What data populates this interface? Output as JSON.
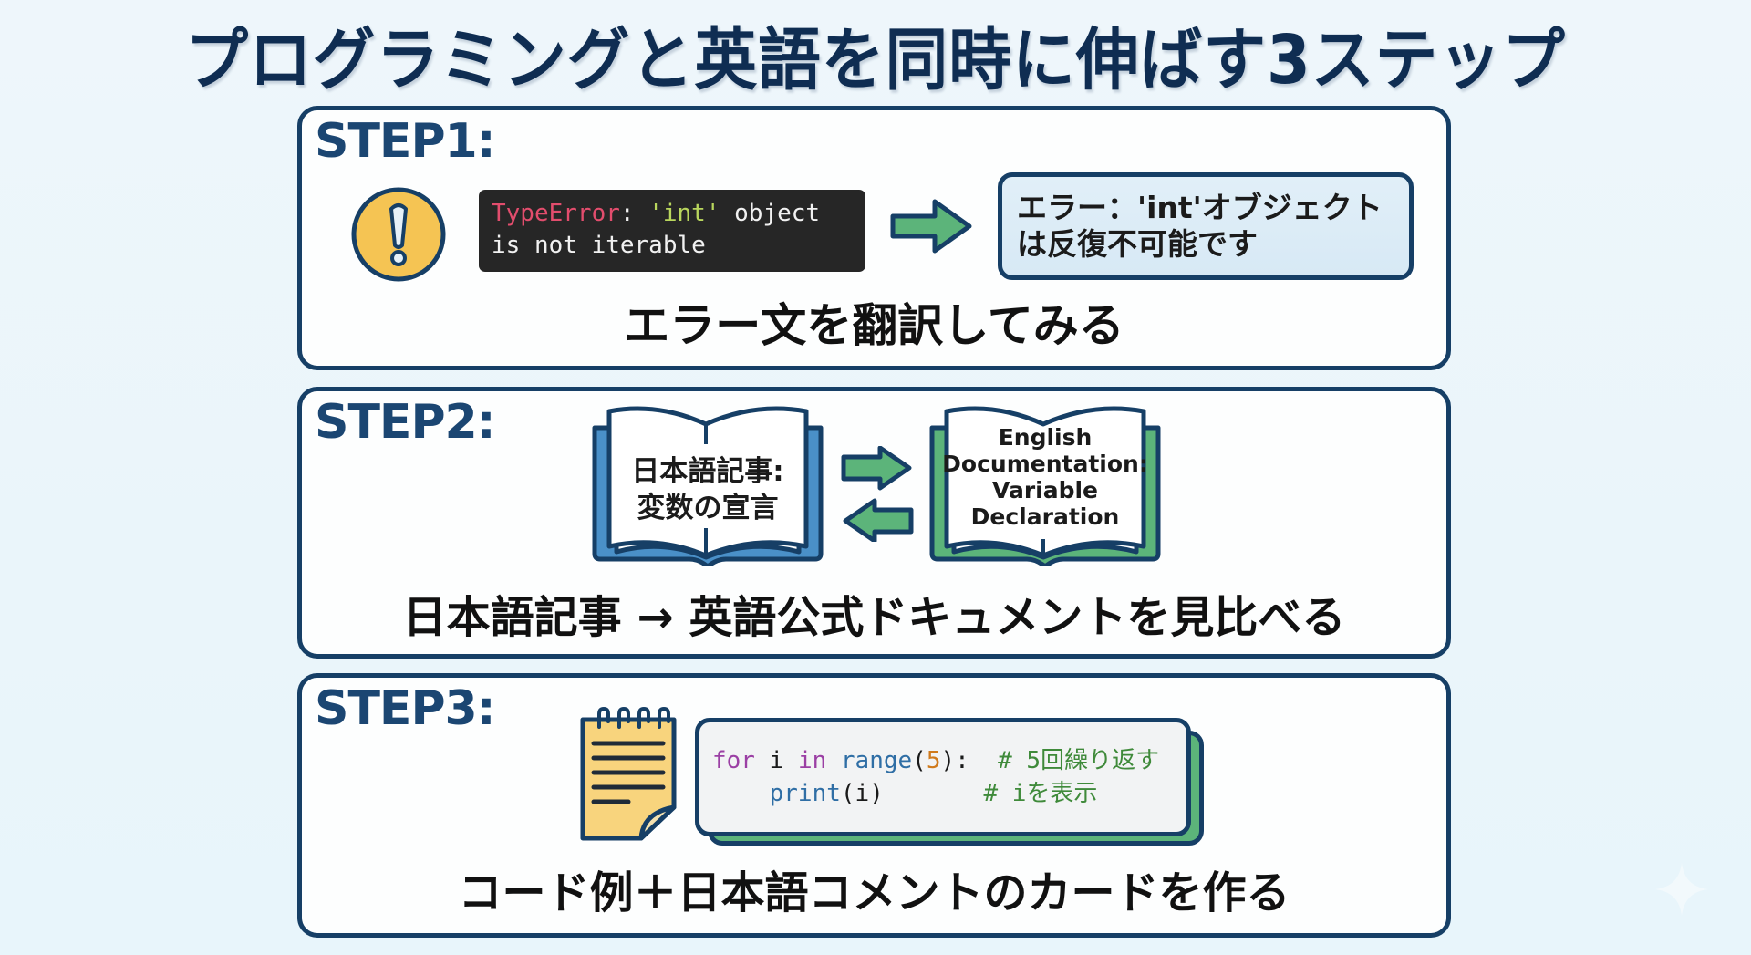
{
  "title": "プログラミングと英語を同時に伸ばす3ステップ",
  "colors": {
    "title": "#0f2d52",
    "card_border": "#163f66",
    "step_label": "#1b4672",
    "accent_green": "#5cb47a",
    "accent_blue": "#4a90c8",
    "warn_yellow": "#f5c453"
  },
  "steps": [
    {
      "label": "STEP1:",
      "icons": [
        "warning-icon",
        "arrow-right-icon"
      ],
      "error_code": {
        "error_type": "TypeError",
        "colon": ":",
        "string_literal": "'int'",
        "rest_line1": "object",
        "line2": "is not iterable"
      },
      "translation": {
        "line1": "エラー：'int'オブジェクト",
        "line2": "は反復不可能です"
      },
      "caption": "エラー文を翻訳してみる"
    },
    {
      "label": "STEP2:",
      "icons": [
        "blue-book-icon",
        "swap-arrows-icon",
        "green-book-icon"
      ],
      "japanese_book": {
        "line1": "日本語記事:",
        "line2": "変数の宣言"
      },
      "english_book": {
        "line1": "English",
        "line2": "Documentation:",
        "line3": "Variable",
        "line4": "Declaration"
      },
      "caption": "日本語記事 → 英語公式ドキュメントを見比べる"
    },
    {
      "label": "STEP3:",
      "icons": [
        "notepad-icon"
      ],
      "code": {
        "line1": {
          "kw_for": "for",
          "var_i": " i ",
          "kw_in": "in",
          "fn_range": " range",
          "paren_open": "(",
          "num": "5",
          "paren_close": "):",
          "comment": "  # 5回繰り返す"
        },
        "line2": {
          "indent": "    ",
          "fn_print": "print",
          "args": "(i)",
          "comment": "       # iを表示"
        }
      },
      "caption": "コード例＋日本語コメントのカードを作る"
    }
  ]
}
